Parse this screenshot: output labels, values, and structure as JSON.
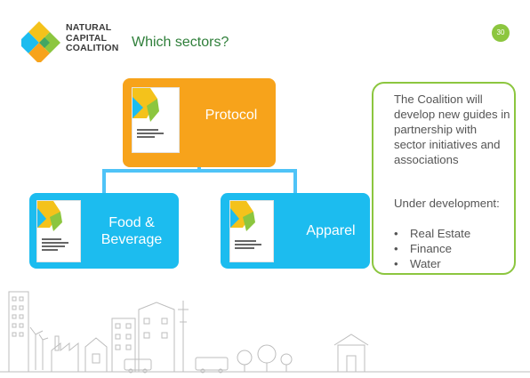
{
  "logo": {
    "line1": "NATURAL",
    "line2": "CAPITAL",
    "line3": "COALITION"
  },
  "title": "Which sectors?",
  "page_number": "30",
  "diagram": {
    "protocol_label": "Protocol",
    "food_label": "Food &\nBeverage",
    "apparel_label": "Apparel"
  },
  "callout": {
    "paragraph1": "The Coalition will develop new guides in partnership with sector initiatives and associations",
    "paragraph2": "Under development:",
    "items": [
      {
        "bullet": "•",
        "label": "Real Estate"
      },
      {
        "bullet": "•",
        "label": "Finance"
      },
      {
        "bullet": "•",
        "label": "Water"
      }
    ]
  },
  "colors": {
    "protocol_box": "#f7a31b",
    "sector_box": "#1cbcef",
    "connector": "#4fc3f7",
    "callout_border": "#8cc63f",
    "title": "#2f7f3a"
  }
}
